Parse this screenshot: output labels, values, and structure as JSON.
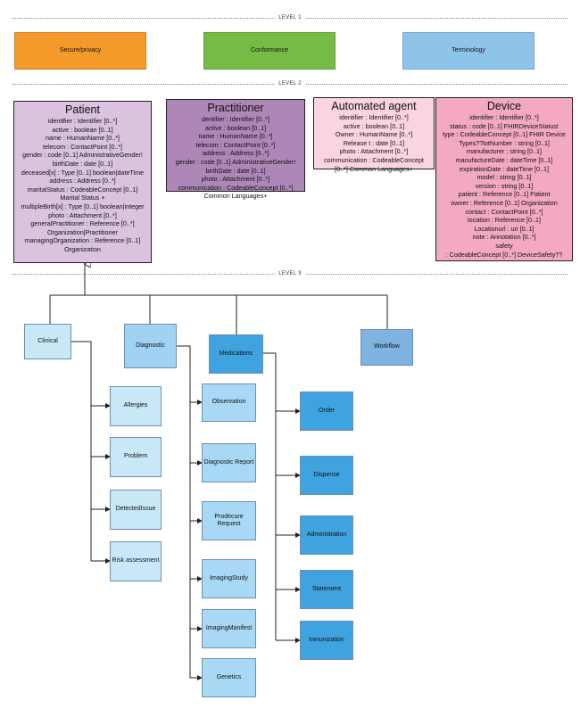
{
  "levels": {
    "level1": "LEVEL 1",
    "level2": "LEVEL 2",
    "level3": "LEVEL 3"
  },
  "level1_boxes": [
    {
      "label": "Secure/privacy",
      "color": "#f39a2b"
    },
    {
      "label": "Conformance",
      "color": "#76bb45"
    },
    {
      "label": "Terminology",
      "color": "#8ec3ea"
    }
  ],
  "resources": {
    "patient": {
      "title": "Patient",
      "color": "#d9c3df",
      "lines": [
        "identifier : Identifier [0..*]",
        "active : boolean [0..1]",
        "name : HumanName [0..*]",
        "telecom : ContactPoint [0..*]",
        "gender : code [0..1] AdministrativeGender!",
        "birthDate : date [0..1]",
        "deceased[x] : Type [0..1] boolean|dateTime",
        "address : Address [0..*]",
        "maritalStatus : CodeableConcept [0..1]",
        "Marital Status +",
        "multipleBirth[x] : Type [0..1] boolean|integer",
        "photo : Attachment [0..*]",
        "generalPractitioner : Reference [0..*]",
        "Organization|Practitioner",
        "managingOrganization : Reference [0..1]",
        "Organization"
      ]
    },
    "practitioner": {
      "title": "Practitioner",
      "color": "#ad87b7",
      "lines": [
        "dentifier : Identifier [0..*]",
        "active : boolean [0..1]",
        "name : HumanName [0..*]",
        "telecom : ContactPoint [0..*]",
        "address : Address [0..*]",
        "gender : code [0..1] AdministrativeGender!",
        "birthDate : date [0..1]",
        "photo : Attachment [0..*]",
        "communication : CodeableConcept [0..*]",
        "Common Languages+"
      ]
    },
    "automated_agent": {
      "title": "Automated agent",
      "color": "#fad4e0",
      "lines": [
        "identifier : Identifier [0..*]",
        "active : boolean [0..1]",
        "Owner : HumanName [0..*]",
        "Release t : date [0..1]",
        "photo : Attachment [0..*]",
        "communication : CodeableConcept",
        "[0..*] Common Languages+"
      ]
    },
    "device": {
      "title": "Device",
      "color": "#f3a8c4",
      "lines": [
        "identifier : Identifier [0..*]",
        "status : code [0..1] FHIRDeviceStatus!",
        "type : CodeableConcept [0..1] FHIR Device",
        "Types??lotNumber : string [0..1]",
        "manufacturer : string [0..1]",
        "manufactureDate : dateTime [0..1]",
        "expirationDate : dateTime [0..1]",
        "model : string [0..1]",
        "version : string [0..1]",
        "patient : Reference [0..1] Patient",
        "owner : Reference [0..1] Organization",
        "contact : ContactPoint [0..*]",
        "location : Reference [0..1]",
        "Locationurl : uri [0..1]",
        "note : Annotation [0..*]",
        "safety",
        ": CodeableConcept [0..*] DeviceSafety??"
      ]
    }
  },
  "categories": {
    "clinical": {
      "label": "Clinical",
      "color": "#c8e8f8",
      "children": [
        "Allergies",
        "Problem",
        "DetectedIssue",
        "Risk assessment"
      ]
    },
    "diagnostic": {
      "label": "Diagnostic",
      "color": "#9fd2f3",
      "children": [
        "Observation",
        "Diagnostic Report",
        "Prodecure Request",
        "ImagingStudy",
        "ImagingManifest",
        "Genetics"
      ]
    },
    "medications": {
      "label": "Medications",
      "color": "#3ea3de",
      "children": [
        "Order",
        "Dispense",
        "Administration",
        "Statement",
        "Inmunization"
      ]
    },
    "workflow": {
      "label": "Workflow",
      "color": "#7fb3e2"
    }
  },
  "colors": {
    "clinical_child": "#c8e8f8",
    "diagnostic_child": "#a9d8f5",
    "medications_child": "#3ea3de"
  }
}
